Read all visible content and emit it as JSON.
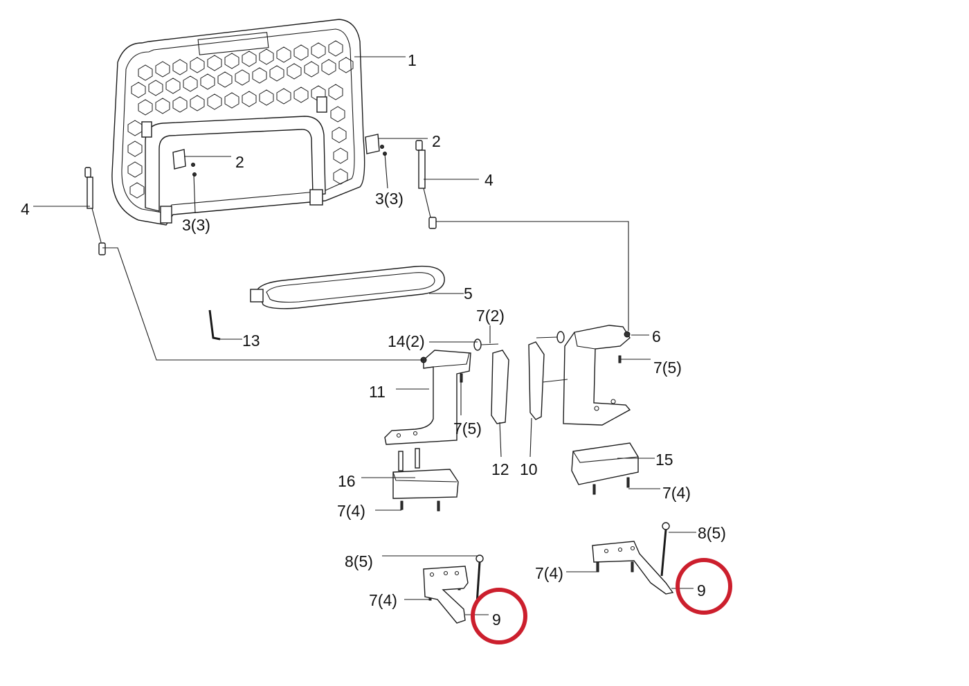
{
  "labels": {
    "p1": "1",
    "p2a": "2",
    "p2b": "2",
    "p33a": "3(3)",
    "p33b": "3(3)",
    "p4a": "4",
    "p4b": "4",
    "p5": "5",
    "p6": "6",
    "p72": "7(2)",
    "p75a": "7(5)",
    "p75b": "7(5)",
    "p74a": "7(4)",
    "p74b": "7(4)",
    "p74c": "7(4)",
    "p74d": "7(4)",
    "p85a": "8(5)",
    "p85b": "8(5)",
    "p9a": "9",
    "p9b": "9",
    "p10": "10",
    "p11": "11",
    "p12": "12",
    "p13": "13",
    "p142": "14(2)",
    "p15": "15",
    "p16": "16"
  },
  "highlight": {
    "color": "#cc1f2d",
    "marked_parts": [
      "9",
      "9"
    ]
  }
}
